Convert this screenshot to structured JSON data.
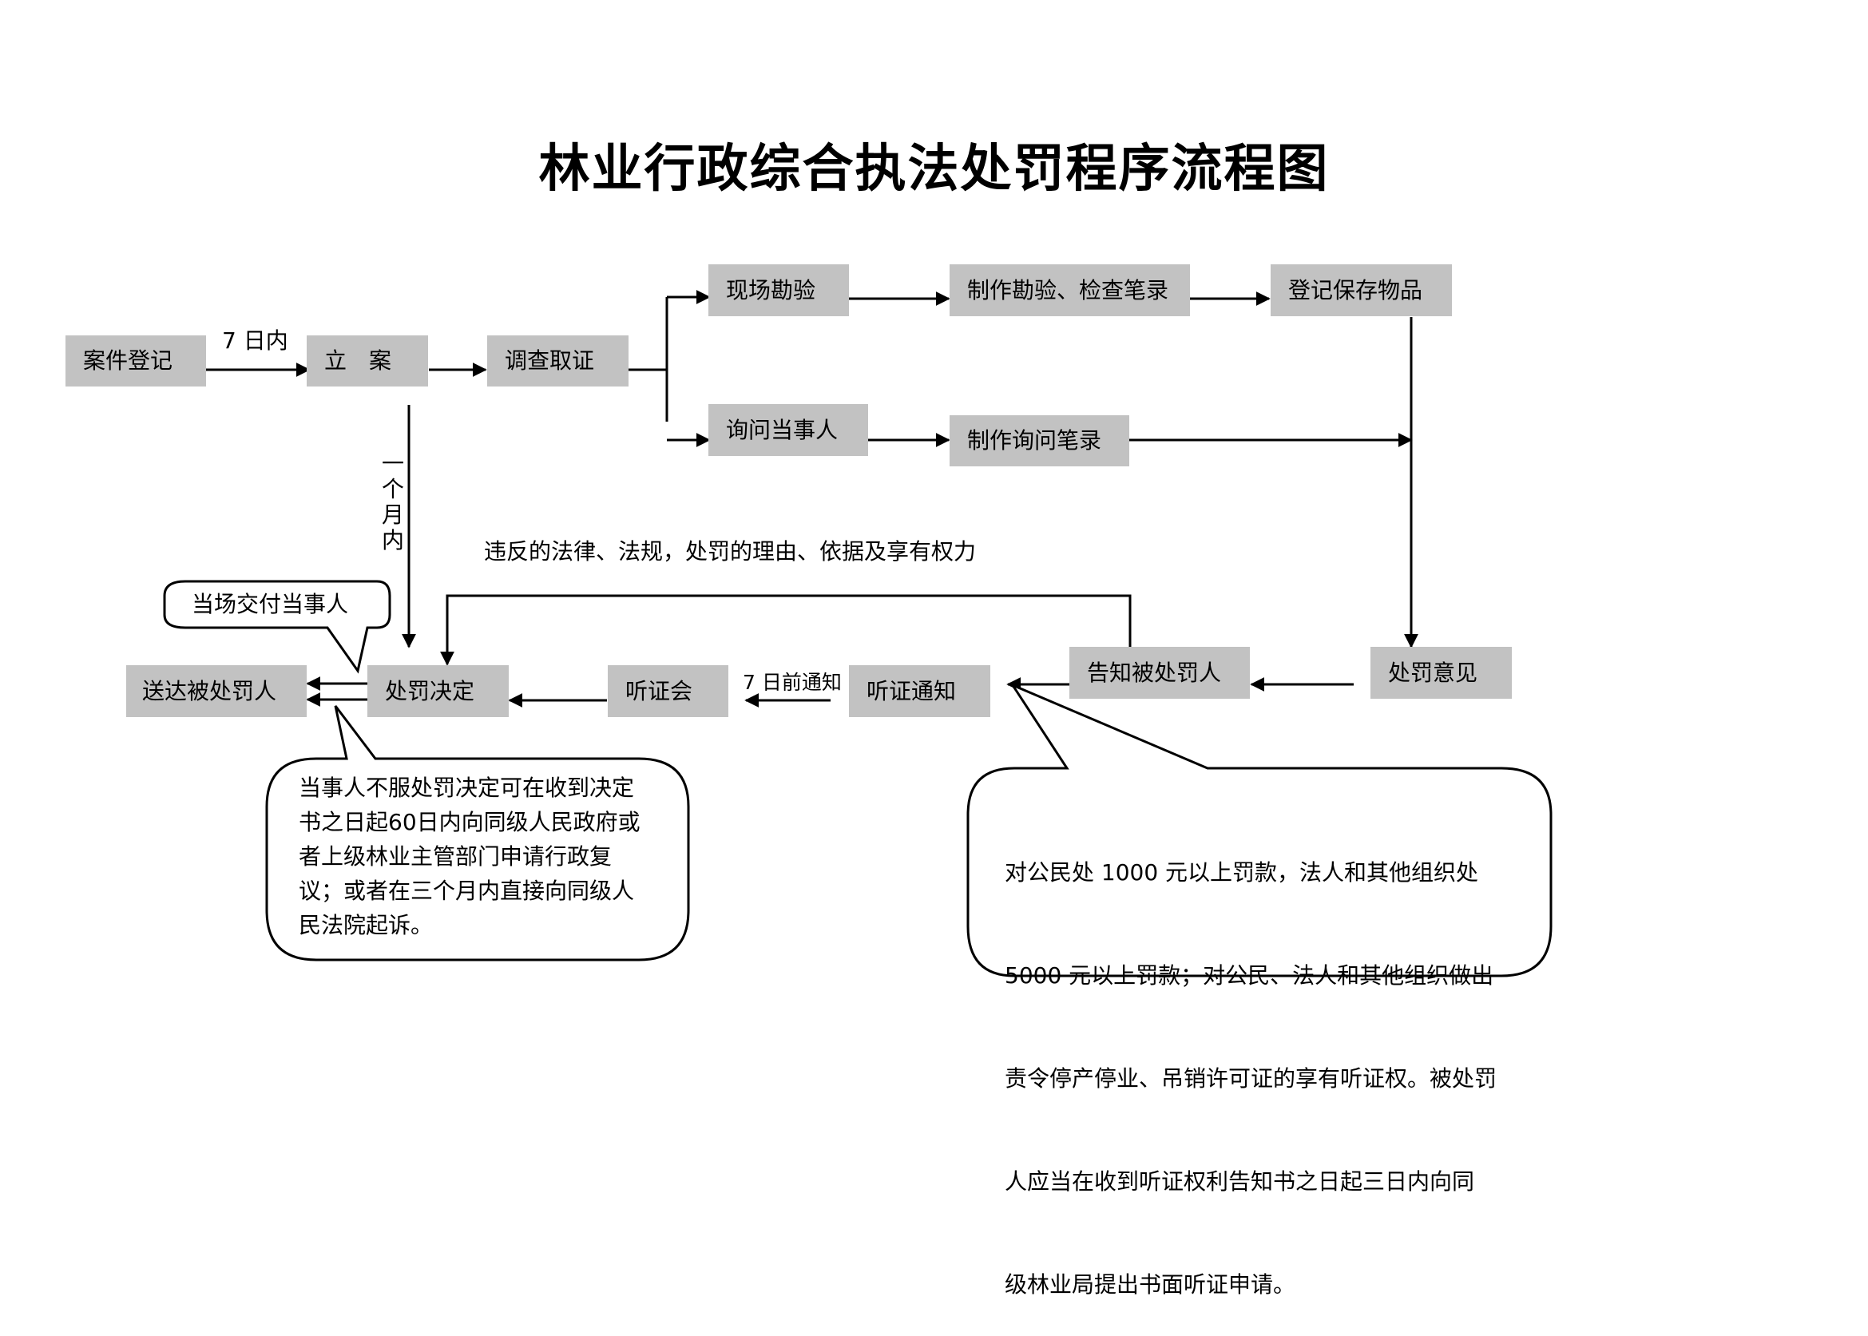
{
  "title": "林业行政综合执法处罚程序流程图",
  "nodes": {
    "case_register": "案件登记",
    "file_case": "立　案",
    "investigate": "调查取证",
    "site_inspection": "现场勘验",
    "make_inspection_record": "制作勘验、检查笔录",
    "register_items": "登记保存物品",
    "inquire_party": "询问当事人",
    "make_inquiry_record": "制作询问笔录",
    "penalty_opinion": "处罚意见",
    "notify_penalized": "告知被处罚人",
    "hearing_notice": "听证通知",
    "hearing": "听证会",
    "penalty_decision": "处罚决定",
    "deliver_penalized": "送达被处罚人"
  },
  "edge_labels": {
    "within_7_days": "7 日内",
    "within_one_month": [
      "一",
      "个",
      "月",
      "内"
    ],
    "notice_7_days": "7 日前通知",
    "notify_content": "违反的法律、法规，处罚的理由、依据及享有权力"
  },
  "callouts": {
    "deliver_on_site": "当场交付当事人",
    "appeal_note": [
      "当事人不服处罚决定可在收到决定",
      "书之日起60日内向同级人民政府或",
      "者上级林业主管部门申请行政复",
      "议；或者在三个月内直接向同级人",
      "民法院起诉。"
    ],
    "hearing_right_note": [
      "对公民处  1000  元以上罚款，法人和其他组织处",
      "5000  元以上罚款；对公民、法人和其他组织做出",
      "责令停产停业、吊销许可证的享有听证权。被处罚",
      "人应当在收到听证权利告知书之日起三日内向同",
      "级林业局提出书面听证申请。"
    ]
  },
  "colors": {
    "box_fill": "#c2c2c2",
    "line": "#000000",
    "background": "#ffffff"
  }
}
